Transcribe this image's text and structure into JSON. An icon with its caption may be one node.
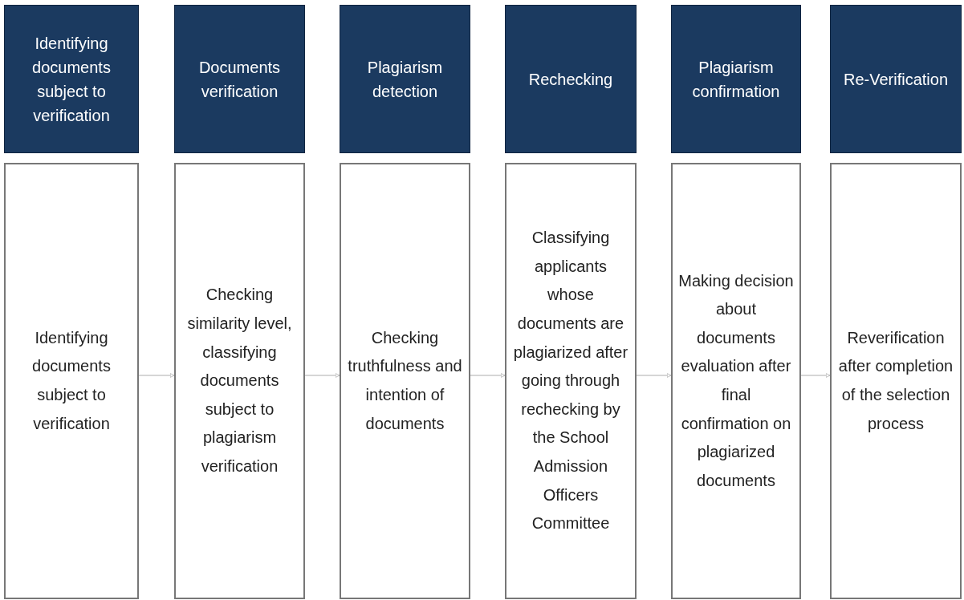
{
  "diagram": {
    "nodes": [
      {
        "text": [
          "Identifying documents subject to verification"
        ]
      },
      {
        "text": [
          "Documents verification"
        ]
      },
      {
        "text": [
          "Plagiarism detection"
        ]
      },
      {
        "text": [
          "Rechecking"
        ]
      },
      {
        "text": [
          "Plagiarism confirmation"
        ]
      },
      {
        "text": [
          "Re-Verification"
        ]
      },
      {
        "text": [
          "Identifying documents subject to verification"
        ]
      },
      {
        "text": [
          "Checking similarity level, classifying documents subject to plagiarism verification"
        ]
      },
      {
        "text": [
          "Checking truthfulness and intention of documents"
        ]
      },
      {
        "text": [
          "Classifying applicants whose documents are plagiarized after going through rechecking by the School Admission Officers Committee"
        ]
      },
      {
        "text": [
          "Making decision about documents evaluation after final confirmation on plagiarized documents"
        ]
      },
      {
        "text": [
          "Reverification after completion of the selection process"
        ]
      }
    ],
    "edges": [
      {
        "from": 6,
        "to": 7,
        "arrow": "to"
      },
      {
        "from": 7,
        "to": 8,
        "arrow": "to"
      },
      {
        "from": 8,
        "to": 9,
        "arrow": "to"
      },
      {
        "from": 9,
        "to": 10,
        "arrow": "to"
      },
      {
        "from": 10,
        "to": 11,
        "arrow": "to"
      }
    ]
  }
}
